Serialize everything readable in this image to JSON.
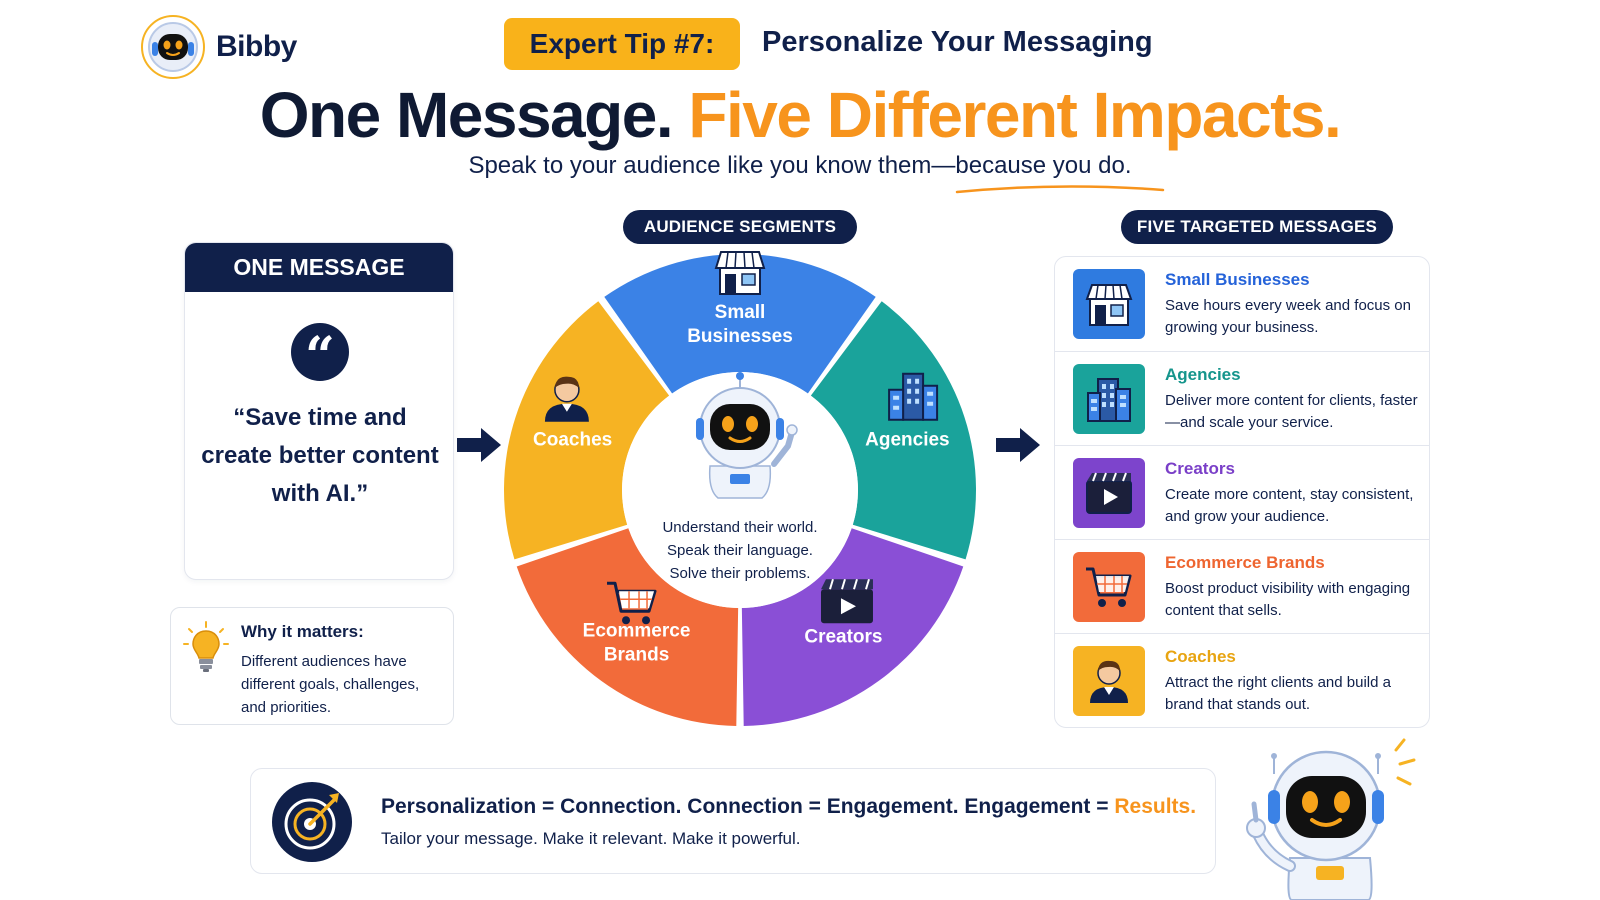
{
  "brand": {
    "name": "Bibby"
  },
  "header": {
    "tip_badge": "Expert Tip #7:",
    "tip_title": "Personalize Your Messaging",
    "headline_dark": "One Message.",
    "headline_orange": "Five Different Impacts.",
    "subhead": "Speak to your audience like you know them—because you do."
  },
  "one_message": {
    "header": "ONE MESSAGE",
    "quote_icon": "quote-icon",
    "quote": "“Save time and create better content with AI.”"
  },
  "why_it_matters": {
    "icon": "lightbulb-icon",
    "title": "Why it matters:",
    "text": "Different audiences have different goals, challenges, and priorities."
  },
  "segments": {
    "pill": "AUDIENCE SEGMENTS",
    "items": [
      {
        "label_lines": [
          "Small",
          "Businesses"
        ],
        "color": "#3b82e6",
        "icon": "storefront-icon"
      },
      {
        "label_lines": [
          "Agencies"
        ],
        "color": "#1aa39b",
        "icon": "buildings-icon"
      },
      {
        "label_lines": [
          "Creators"
        ],
        "color": "#8a4fd6",
        "icon": "video-icon"
      },
      {
        "label_lines": [
          "Ecommerce",
          "Brands"
        ],
        "color": "#f26b3a",
        "icon": "shopping-cart-icon"
      },
      {
        "label_lines": [
          "Coaches"
        ],
        "color": "#f6b323",
        "icon": "person-icon"
      }
    ],
    "hub_lines": [
      "Understand their world.",
      "Speak their language.",
      "Solve their problems."
    ]
  },
  "messages": {
    "pill": "FIVE TARGETED MESSAGES",
    "items": [
      {
        "title": "Small Businesses",
        "text": "Save hours every week and focus on growing your business.",
        "color": "#2563d9",
        "icon_bg": "#2f7be0",
        "icon": "storefront-icon"
      },
      {
        "title": "Agencies",
        "text": "Deliver more content for clients, faster—and scale your service.",
        "color": "#15958c",
        "icon_bg": "#1aa39b",
        "icon": "buildings-icon"
      },
      {
        "title": "Creators",
        "text": "Create more content, stay consistent, and grow your audience.",
        "color": "#7a3fc8",
        "icon_bg": "#7d44cc",
        "icon": "video-icon"
      },
      {
        "title": "Ecommerce Brands",
        "text": "Boost product visibility with engaging content that sells.",
        "color": "#ee6530",
        "icon_bg": "#f26b3a",
        "icon": "shopping-cart-icon"
      },
      {
        "title": "Coaches",
        "text": "Attract the right clients and build a brand that stands out.",
        "color": "#e8a411",
        "icon_bg": "#f6b323",
        "icon": "person-icon"
      }
    ]
  },
  "banner": {
    "icon": "target-icon",
    "line1_main": "Personalization = Connection. Connection = Engagement. Engagement =",
    "line1_highlight": "Results.",
    "line2": "Tailor your message. Make it relevant. Make it powerful."
  },
  "colors": {
    "navy": "#10204a",
    "orange": "#f7941d",
    "yellow": "#f9b21a"
  }
}
